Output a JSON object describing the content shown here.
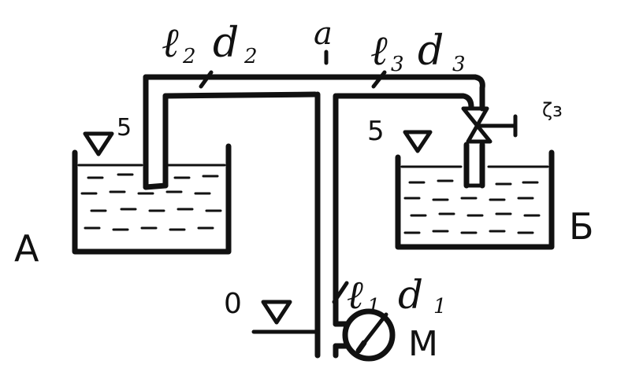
{
  "labels": {
    "pipe2_length": "ℓ",
    "pipe2_length_sub": "2",
    "pipe2_diam": "d",
    "pipe2_diam_sub": "2",
    "junction": "a",
    "pipe3_length": "ℓ",
    "pipe3_length_sub": "3",
    "pipe3_diam": "d",
    "pipe3_diam_sub": "3",
    "valve": "ζз",
    "pipe1_length": "ℓ",
    "pipe1_length_sub": "1",
    "pipe1_diam": "d",
    "pipe1_diam_sub": "1",
    "tank_left": "А",
    "tank_right": "Б",
    "level_left": "5",
    "level_right": "5",
    "level_zero": "0",
    "gauge": "М"
  }
}
